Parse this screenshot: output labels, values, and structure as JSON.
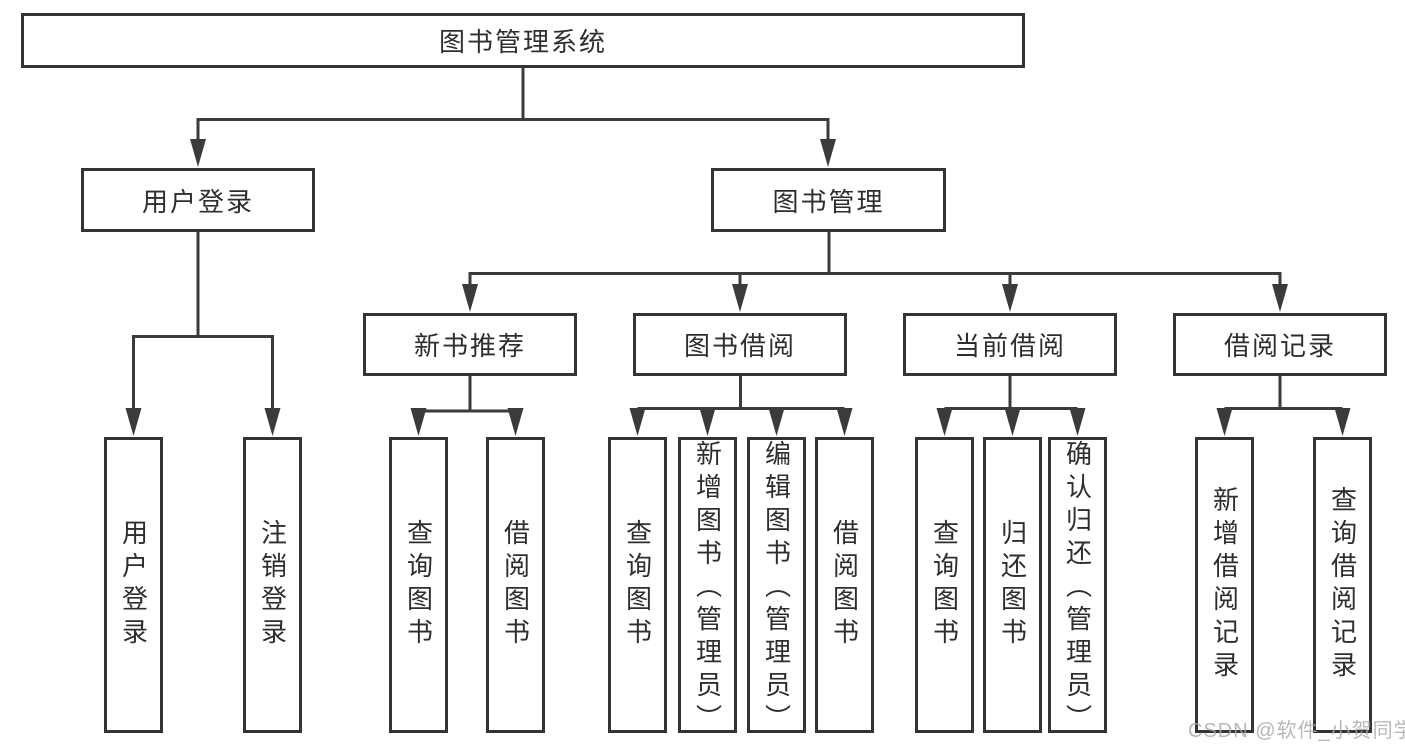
{
  "diagram": {
    "title": "图书管理系统",
    "root": {
      "label": "图书管理系统"
    },
    "branches": [
      {
        "label": "用户登录",
        "children": [
          {
            "label": "用户登录"
          },
          {
            "label": "注销登录"
          }
        ]
      },
      {
        "label": "图书管理",
        "children": [
          {
            "label": "新书推荐",
            "children": [
              {
                "label": "查询图书"
              },
              {
                "label": "借阅图书"
              }
            ]
          },
          {
            "label": "图书借阅",
            "children": [
              {
                "label": "查询图书"
              },
              {
                "label": "新增图书（管理员）"
              },
              {
                "label": "编辑图书（管理员）"
              },
              {
                "label": "借阅图书"
              }
            ]
          },
          {
            "label": "当前借阅",
            "children": [
              {
                "label": "查询图书"
              },
              {
                "label": "归还图书"
              },
              {
                "label": "确认归还（管理员）"
              }
            ]
          },
          {
            "label": "借阅记录",
            "children": [
              {
                "label": "新增借阅记录"
              },
              {
                "label": "查询借阅记录"
              }
            ]
          }
        ]
      }
    ],
    "colors": {
      "line": "#3b3b3b",
      "box_border": "#343434",
      "text": "#2e2e2e",
      "background": "#ffffff",
      "watermark": "#a8a8a8"
    }
  },
  "watermark": {
    "text": "CSDN @软件_小贺同学"
  }
}
